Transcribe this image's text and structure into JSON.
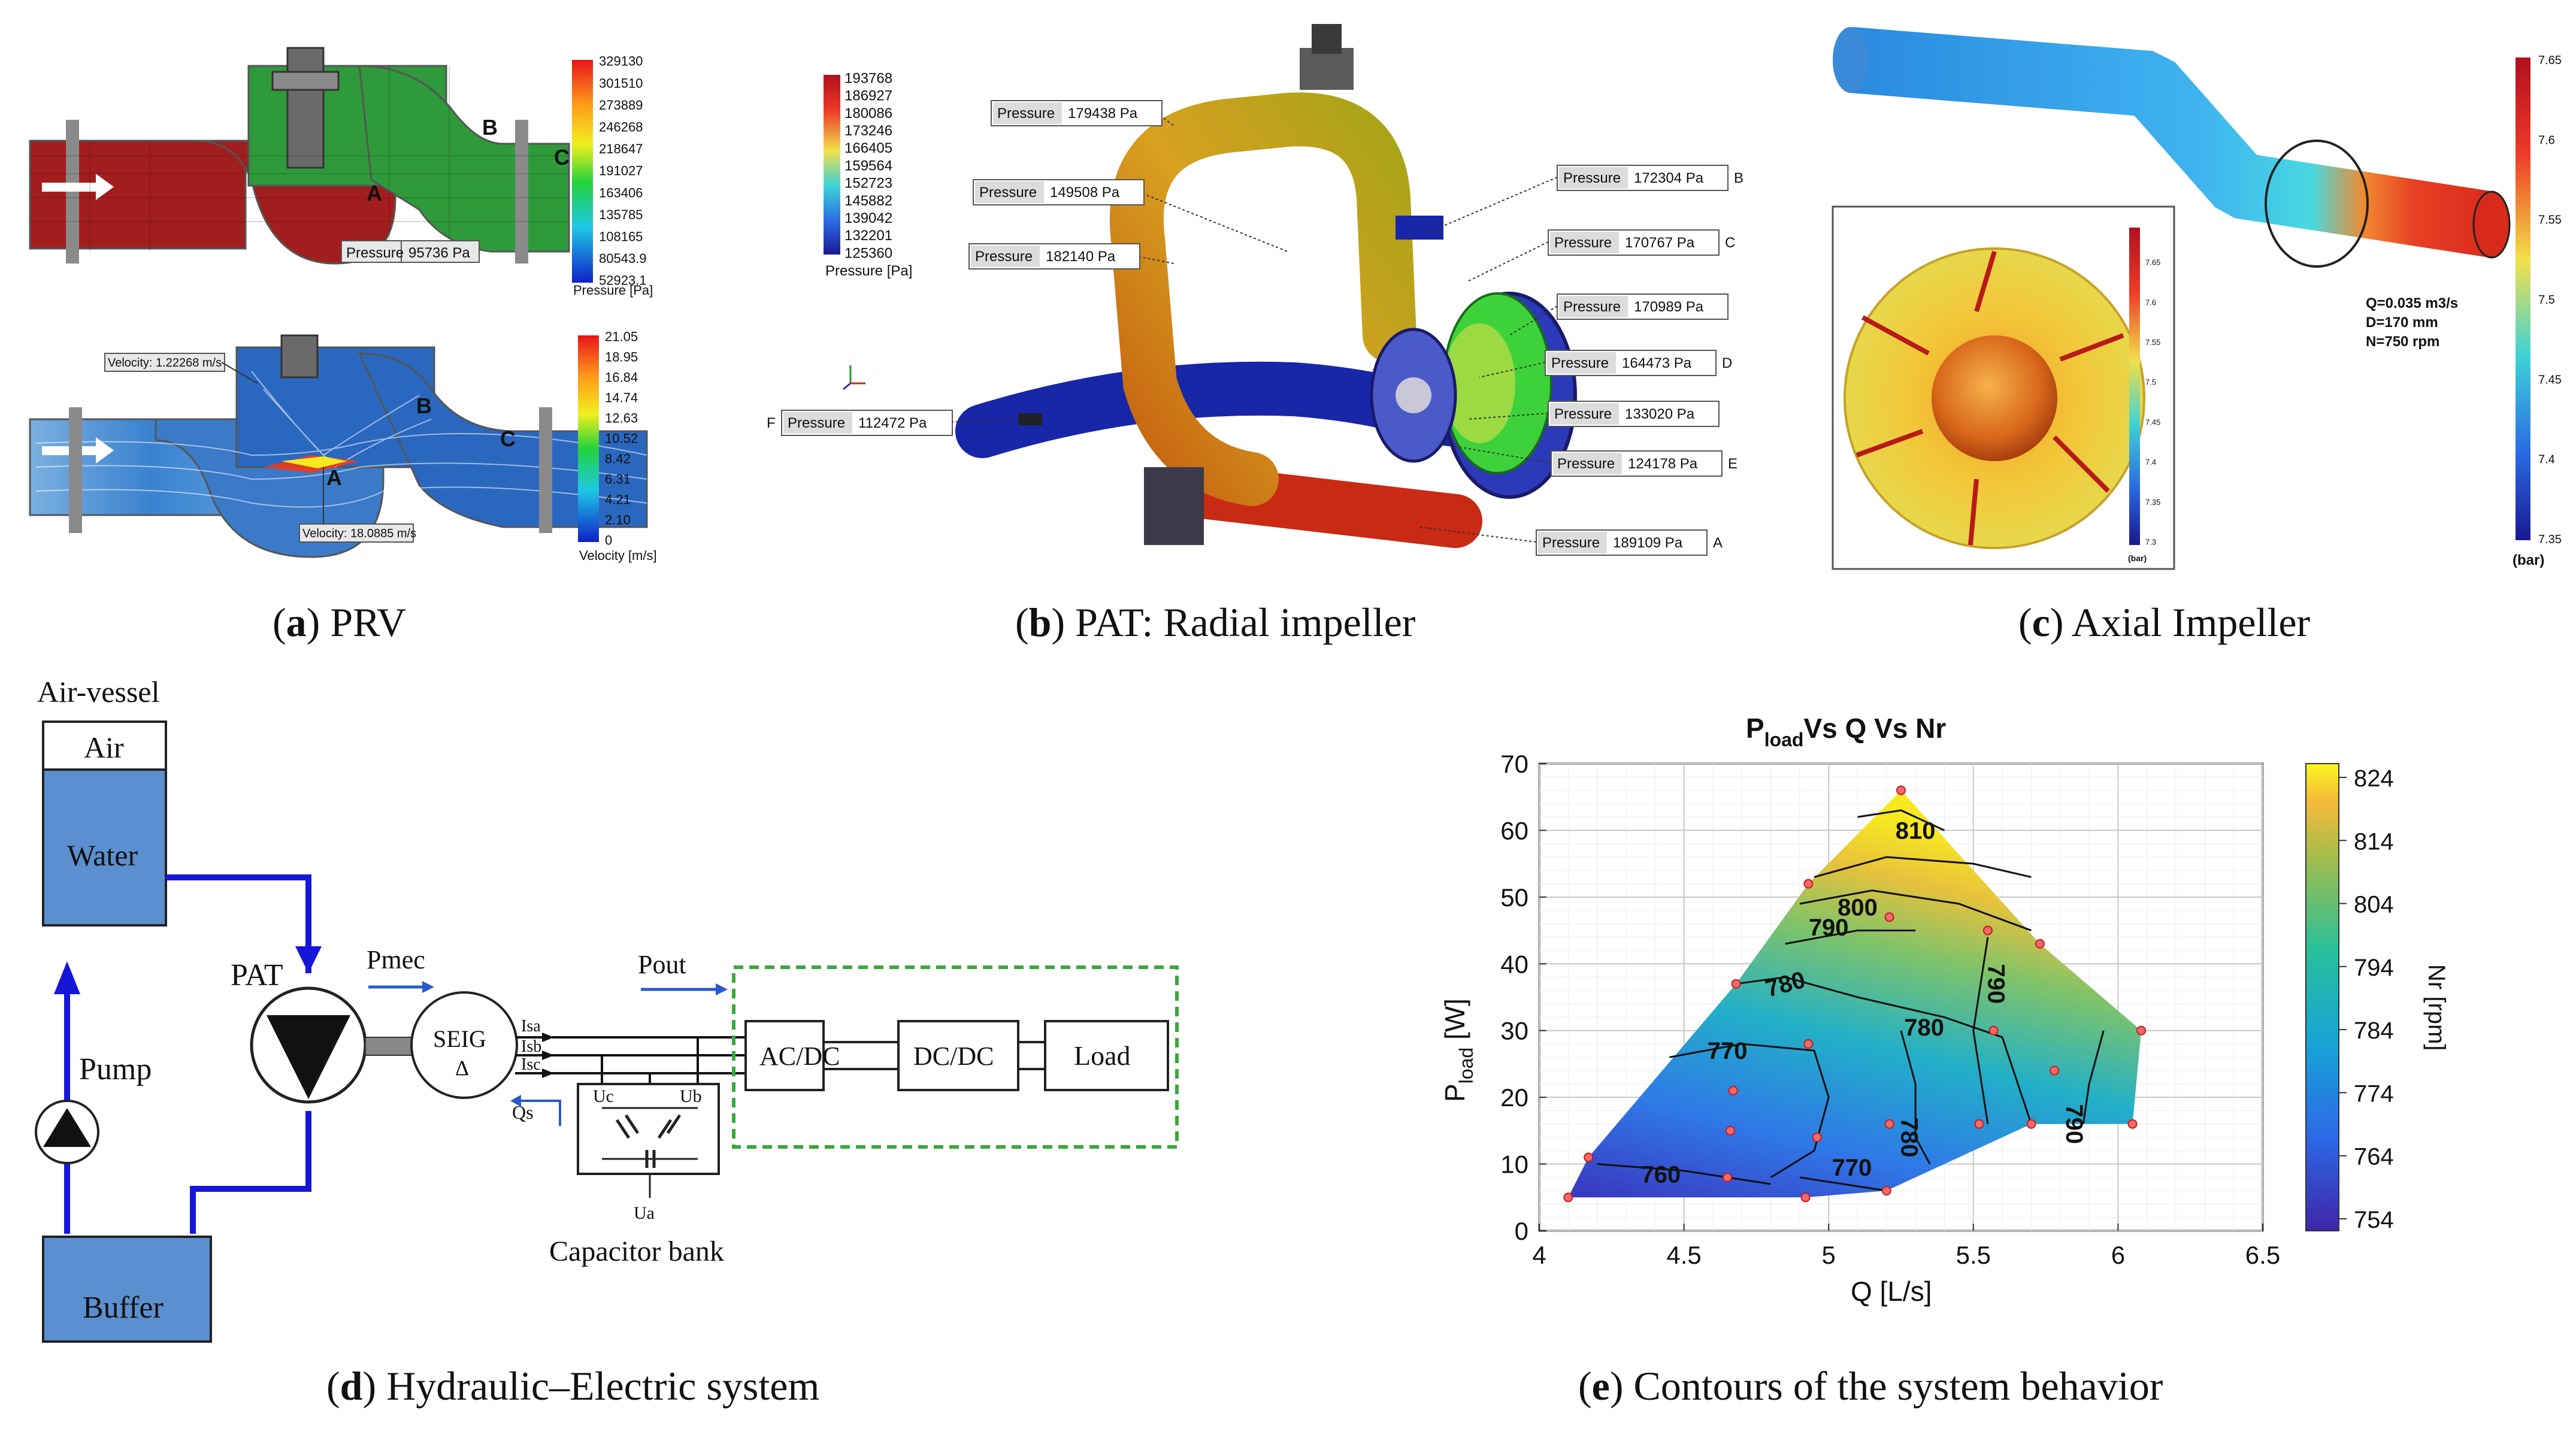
{
  "panels": {
    "a": {
      "letter": "a",
      "caption": "PRV",
      "pressure_scale": [
        "329130",
        "301510",
        "273889",
        "246268",
        "218647",
        "191027",
        "163406",
        "135785",
        "108165",
        "80543.9",
        "52923.1"
      ],
      "pressure_unit": "Pressure [Pa]",
      "pressure_callout": "Pressure",
      "pressure_callout_value": "95736 Pa",
      "velocity_scale": [
        "21.05",
        "18.95",
        "16.84",
        "14.74",
        "12.63",
        "10.52",
        "8.42",
        "6.31",
        "4.21",
        "2.10",
        "0"
      ],
      "velocity_unit": "Velocity [m/s]",
      "velocity_callout_1": "Velocity: 1.22268 m/s",
      "velocity_callout_2": "Velocity: 18.0885 m/s",
      "labels": {
        "A": "A",
        "B": "B",
        "C": "C"
      }
    },
    "b": {
      "letter": "b",
      "caption": "PAT: Radial impeller",
      "scale": [
        "193768",
        "186927",
        "180086",
        "173246",
        "166405",
        "159564",
        "152723",
        "145882",
        "139042",
        "132201",
        "125360"
      ],
      "unit": "Pressure [Pa]",
      "callouts": [
        {
          "name": "Pressure",
          "value": "179438 Pa",
          "tag": ""
        },
        {
          "name": "Pressure",
          "value": "149508 Pa",
          "tag": ""
        },
        {
          "name": "Pressure",
          "value": "182140 Pa",
          "tag": ""
        },
        {
          "name": "Pressure",
          "value": "112472 Pa",
          "tag": "F"
        },
        {
          "name": "Pressure",
          "value": "172304 Pa",
          "tag": "B"
        },
        {
          "name": "Pressure",
          "value": "170767 Pa",
          "tag": "C"
        },
        {
          "name": "Pressure",
          "value": "170989 Pa",
          "tag": ""
        },
        {
          "name": "Pressure",
          "value": "164473 Pa",
          "tag": "D"
        },
        {
          "name": "Pressure",
          "value": "133020 Pa",
          "tag": ""
        },
        {
          "name": "Pressure",
          "value": "124178 Pa",
          "tag": "E"
        },
        {
          "name": "Pressure",
          "value": "189109 Pa",
          "tag": "A"
        }
      ]
    },
    "c": {
      "letter": "c",
      "caption": "Axial Impeller",
      "params": [
        "Q=0.035 m3/s",
        "D=170 mm",
        "N=750 rpm"
      ],
      "scale": [
        "7.65",
        "7.6",
        "7.55",
        "7.5",
        "7.45",
        "7.4",
        "7.35"
      ],
      "inset_scale": [
        "7.65",
        "7.6",
        "7.55",
        "7.5",
        "7.45",
        "7.4",
        "7.35",
        "7.3"
      ],
      "unit": "(bar)"
    },
    "d": {
      "letter": "d",
      "caption": "Hydraulic–Electric system",
      "labels": {
        "air_vessel": "Air-vessel",
        "air": "Air",
        "water": "Water",
        "pump": "Pump",
        "buffer": "Buffer",
        "pat": "PAT",
        "pmec": "Pmec",
        "seig": "SEIG",
        "delta": "Δ",
        "qs": "Qs",
        "pout": "Pout",
        "isa": "Isa",
        "isb": "Isb",
        "isc": "Isc",
        "uc": "Uc",
        "ub": "Ub",
        "ua": "Ua",
        "capacitor_bank": "Capacitor bank",
        "acdc": "AC/DC",
        "dcdc": "DC/DC",
        "load": "Load"
      }
    },
    "e": {
      "letter": "e",
      "caption": "Contours of the system behavior",
      "chart_data": {
        "type": "heatmap",
        "title_main": "P",
        "title_sub": "load",
        "title_rest": "Vs Q Vs Nr",
        "xlabel": "Q [L/s]",
        "ylabel_main": "P",
        "ylabel_sub": "load",
        "ylabel_rest": " [W]",
        "colorbar_label": "Nr [rpm]",
        "xlim": [
          4,
          6.5
        ],
        "ylim": [
          0,
          70
        ],
        "clim": [
          754,
          824
        ],
        "xticks": [
          "4",
          "4.5",
          "5",
          "5.5",
          "6",
          "6.5"
        ],
        "yticks": [
          "0",
          "10",
          "20",
          "30",
          "40",
          "50",
          "60",
          "70"
        ],
        "cticks": [
          "754",
          "764",
          "774",
          "784",
          "794",
          "804",
          "814",
          "824"
        ],
        "contour_labels": [
          "810",
          "800",
          "790",
          "780",
          "780",
          "790",
          "770",
          "780",
          "790",
          "760",
          "770"
        ],
        "grid": true,
        "points": [
          {
            "x": 4.1,
            "y": 5
          },
          {
            "x": 4.17,
            "y": 11
          },
          {
            "x": 4.65,
            "y": 8
          },
          {
            "x": 4.66,
            "y": 15
          },
          {
            "x": 4.67,
            "y": 21
          },
          {
            "x": 4.68,
            "y": 37
          },
          {
            "x": 4.92,
            "y": 5
          },
          {
            "x": 4.93,
            "y": 28
          },
          {
            "x": 4.93,
            "y": 52
          },
          {
            "x": 4.96,
            "y": 14
          },
          {
            "x": 5.2,
            "y": 6
          },
          {
            "x": 5.21,
            "y": 16
          },
          {
            "x": 5.21,
            "y": 47
          },
          {
            "x": 5.25,
            "y": 66
          },
          {
            "x": 5.52,
            "y": 16
          },
          {
            "x": 5.55,
            "y": 45
          },
          {
            "x": 5.57,
            "y": 30
          },
          {
            "x": 5.7,
            "y": 16
          },
          {
            "x": 5.73,
            "y": 43
          },
          {
            "x": 5.78,
            "y": 24
          },
          {
            "x": 6.05,
            "y": 16
          },
          {
            "x": 6.08,
            "y": 30
          }
        ]
      }
    }
  }
}
